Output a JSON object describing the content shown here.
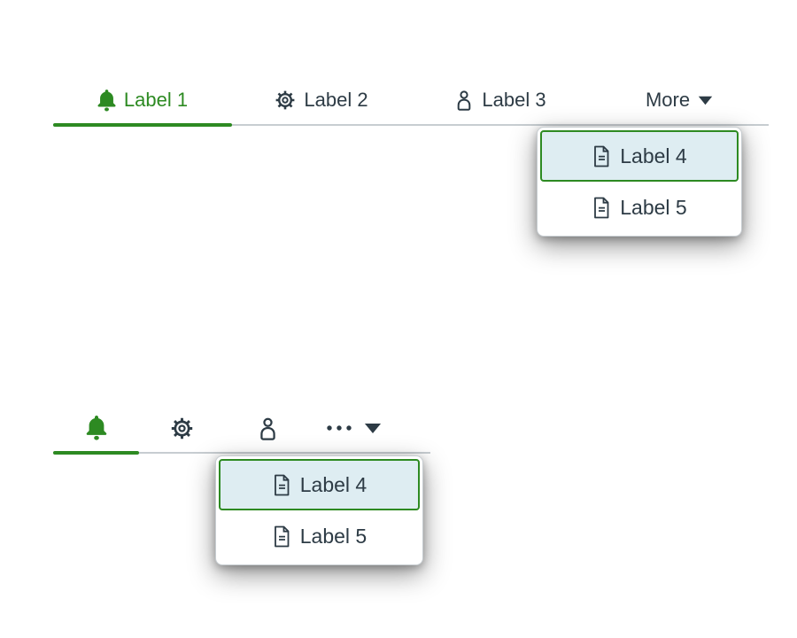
{
  "colors": {
    "accent_green": "#2D8A22",
    "text_dark": "#2D3B45",
    "divider_gray": "#C7CDD1",
    "highlight_bg": "#DEEDF2",
    "panel_bg": "#FFFFFF"
  },
  "top_tab_bar": {
    "tabs": [
      {
        "label": "Label 1",
        "icon": "bell-icon",
        "active": true
      },
      {
        "label": "Label 2",
        "icon": "gear-icon",
        "active": false
      },
      {
        "label": "Label 3",
        "icon": "user-icon",
        "active": false
      },
      {
        "label": "More",
        "icon": "caret-down-icon",
        "active": false,
        "role": "overflow-menu-trigger",
        "menu_open": true
      }
    ]
  },
  "icon_tab_bar": {
    "tabs": [
      {
        "icon": "bell-icon",
        "active": true
      },
      {
        "icon": "gear-icon",
        "active": false
      },
      {
        "icon": "user-icon",
        "active": false
      },
      {
        "icons": [
          "ellipsis-icon",
          "caret-down-icon"
        ],
        "active": false,
        "role": "overflow-menu-trigger",
        "menu_open": true
      }
    ]
  },
  "dropdown_menu": {
    "items": [
      {
        "label": "Label 4",
        "icon": "document-icon",
        "highlighted": true
      },
      {
        "label": "Label 5",
        "icon": "document-icon",
        "highlighted": false
      }
    ]
  }
}
